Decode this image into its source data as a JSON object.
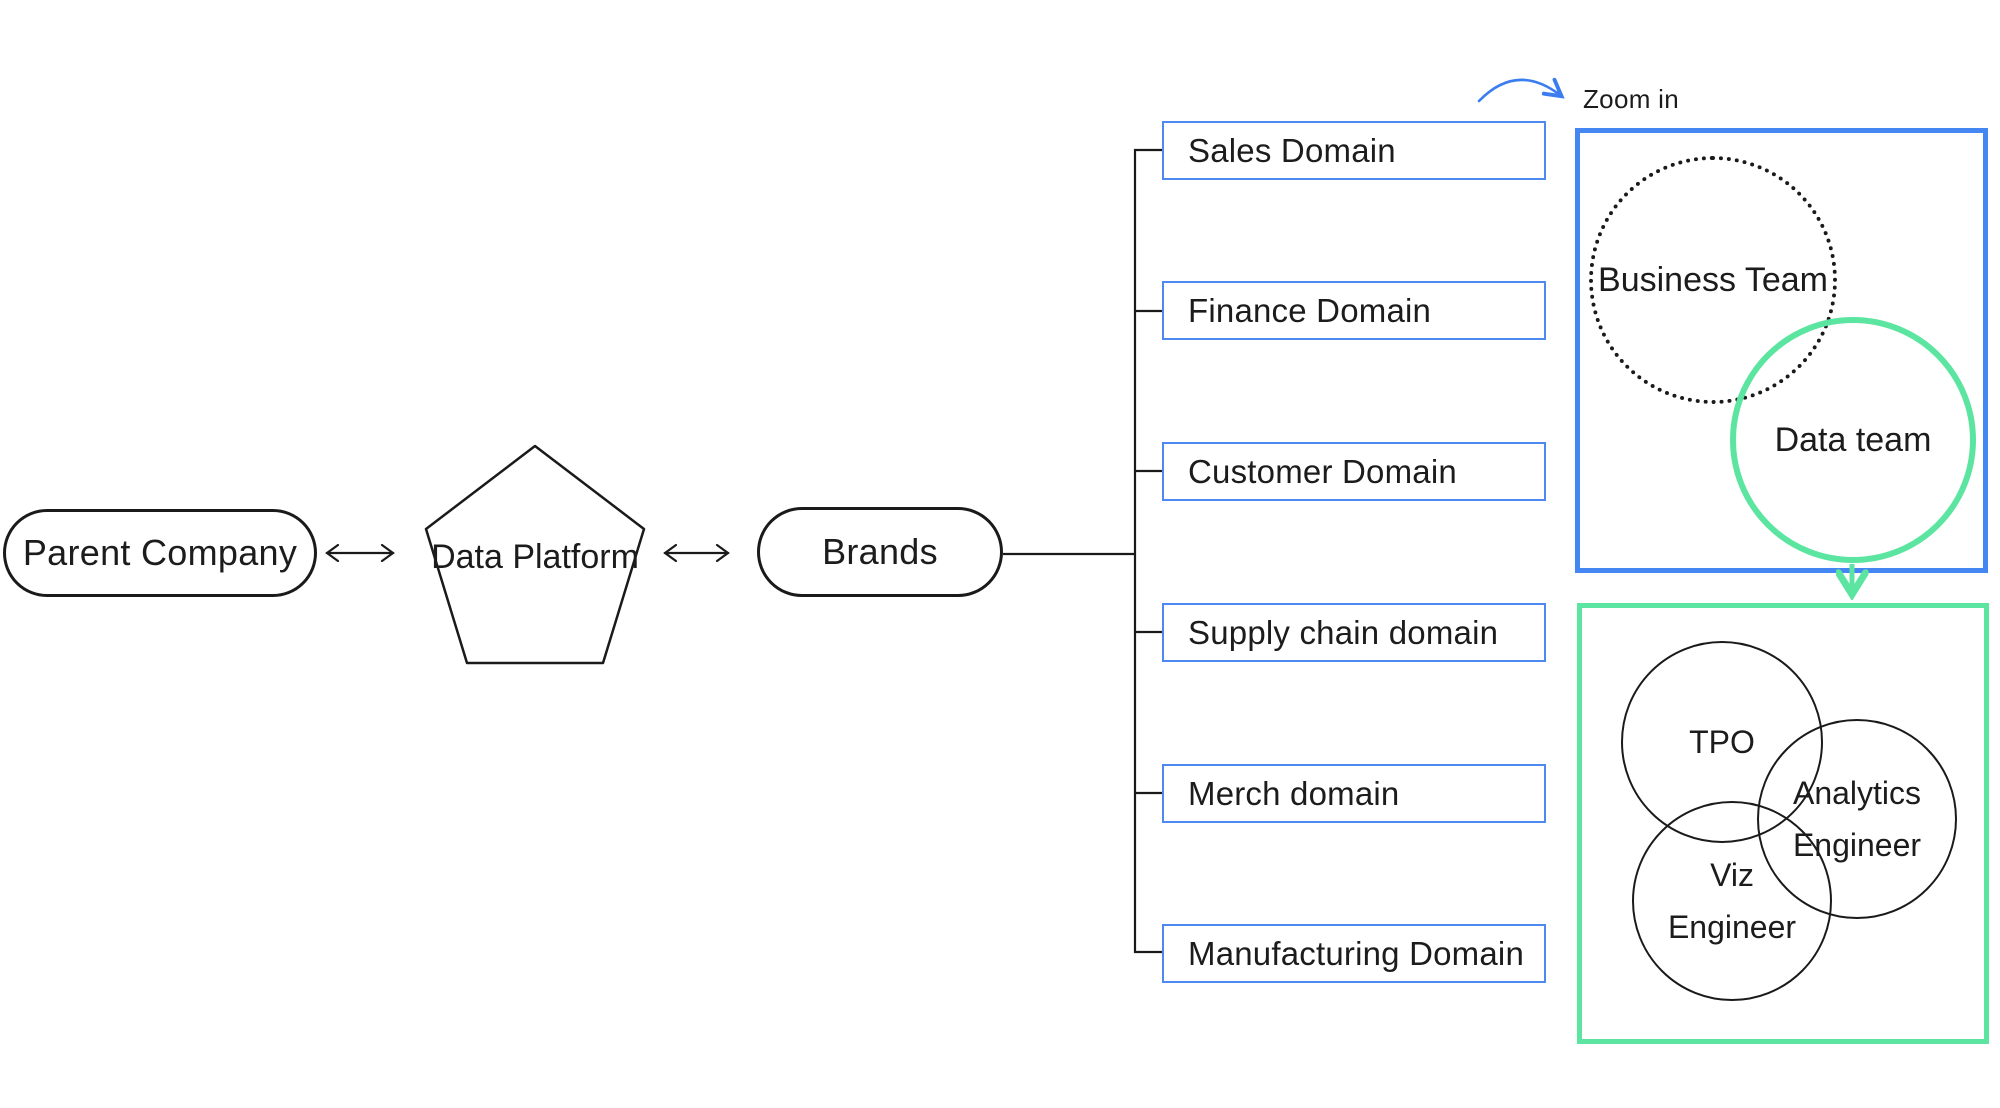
{
  "chain": {
    "parent_company_label": "Parent Company",
    "data_platform_label": "Data Platform",
    "brands_label": "Brands"
  },
  "domains": [
    {
      "label": "Sales Domain"
    },
    {
      "label": "Finance Domain"
    },
    {
      "label": "Customer Domain"
    },
    {
      "label": "Supply chain domain"
    },
    {
      "label": "Merch domain"
    },
    {
      "label": "Manufacturing Domain"
    }
  ],
  "zoom_annotation": {
    "label": "Zoom in"
  },
  "team_panel": {
    "business_team_label": "Business Team",
    "data_team_label": "Data team"
  },
  "data_team_detail_panel": {
    "tpo_label": "TPO",
    "analytics_engineer_label": "Analytics Engineer",
    "viz_engineer_label": "Viz Engineer"
  },
  "colors": {
    "panel_blue": "#4487f2",
    "box_border_blue": "#4d89f0",
    "arrow_blue": "#3b7df0",
    "green": "#5ce5a1",
    "ink": "#1a1a1a"
  }
}
